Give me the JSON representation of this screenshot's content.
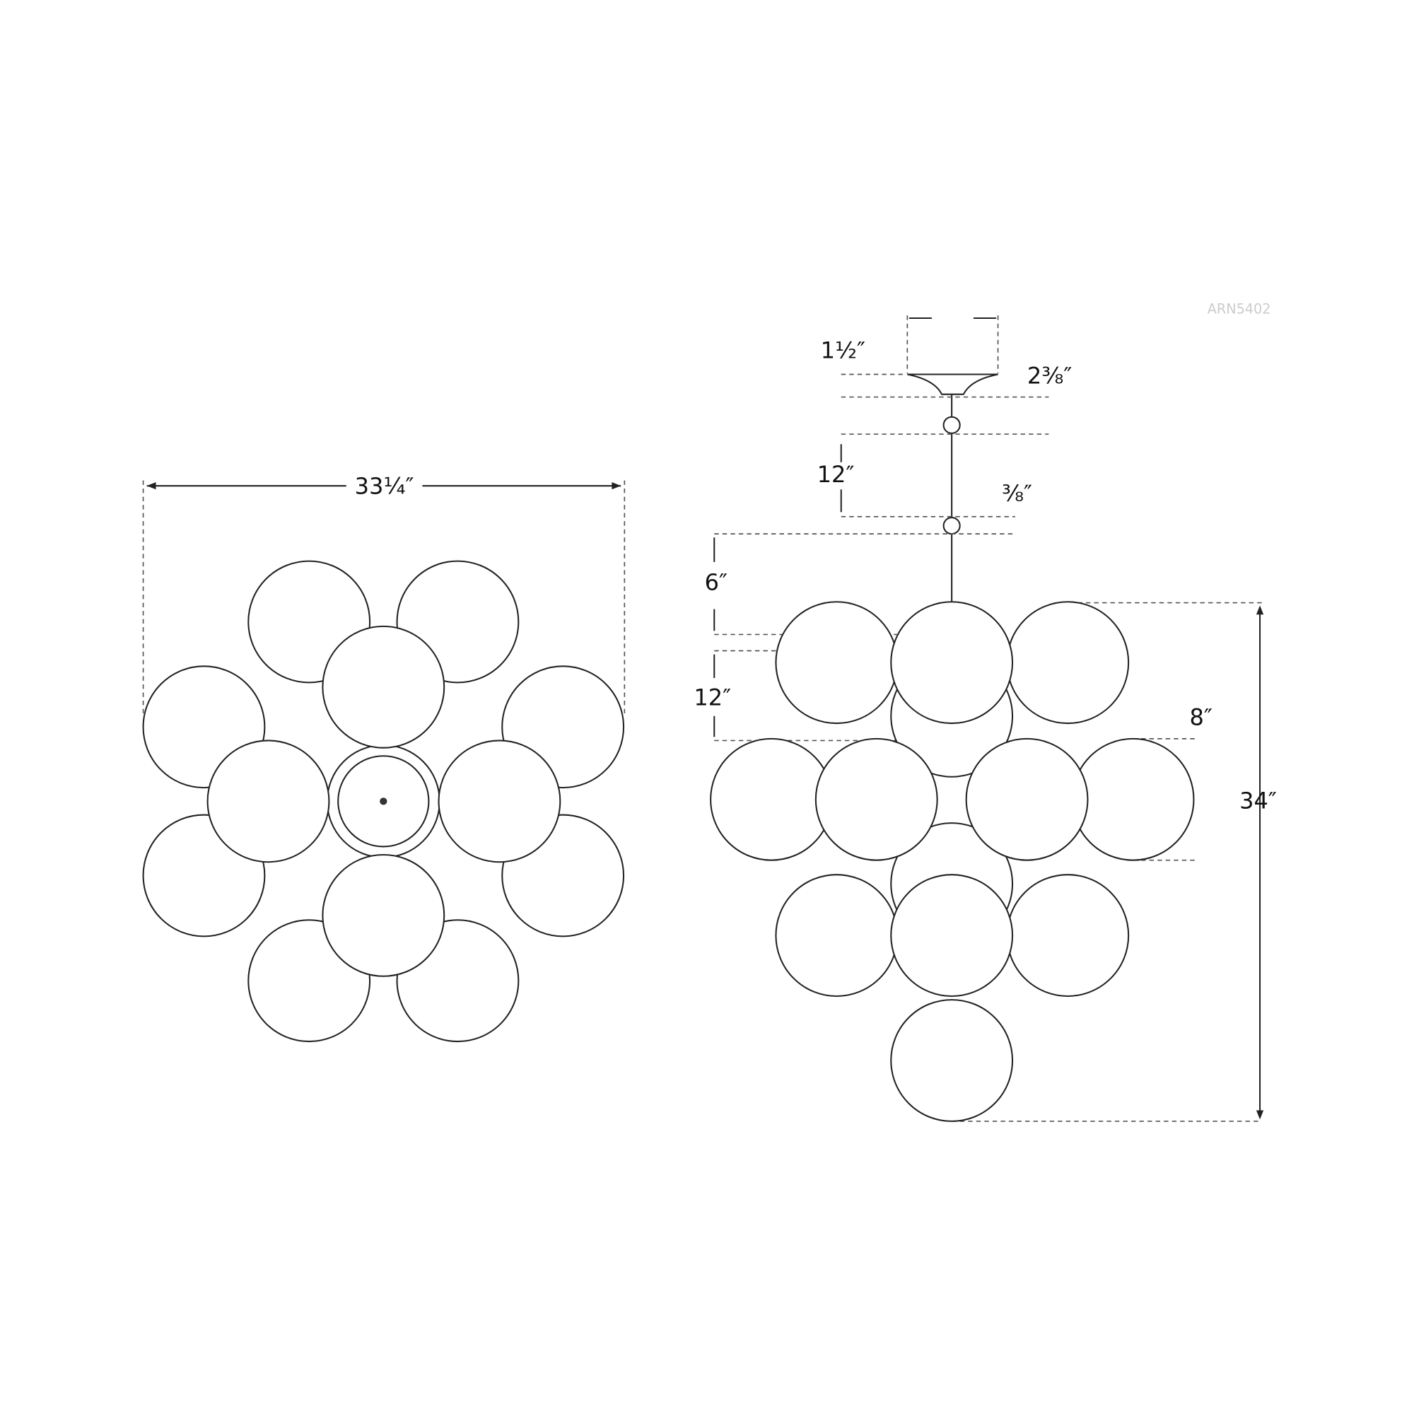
{
  "product_code": "ARN5402",
  "plan_view": {
    "width_label": "33¼″"
  },
  "elevation_view": {
    "canopy_height_label": "1½″",
    "canopy_width_label": "2⅜″",
    "stem_upper_label": "12″",
    "joint_label": "⅜″",
    "stem_lower_label": "6″",
    "tier_spacing_label": "12″",
    "globe_diameter_label": "8″",
    "body_height_label": "34″"
  }
}
